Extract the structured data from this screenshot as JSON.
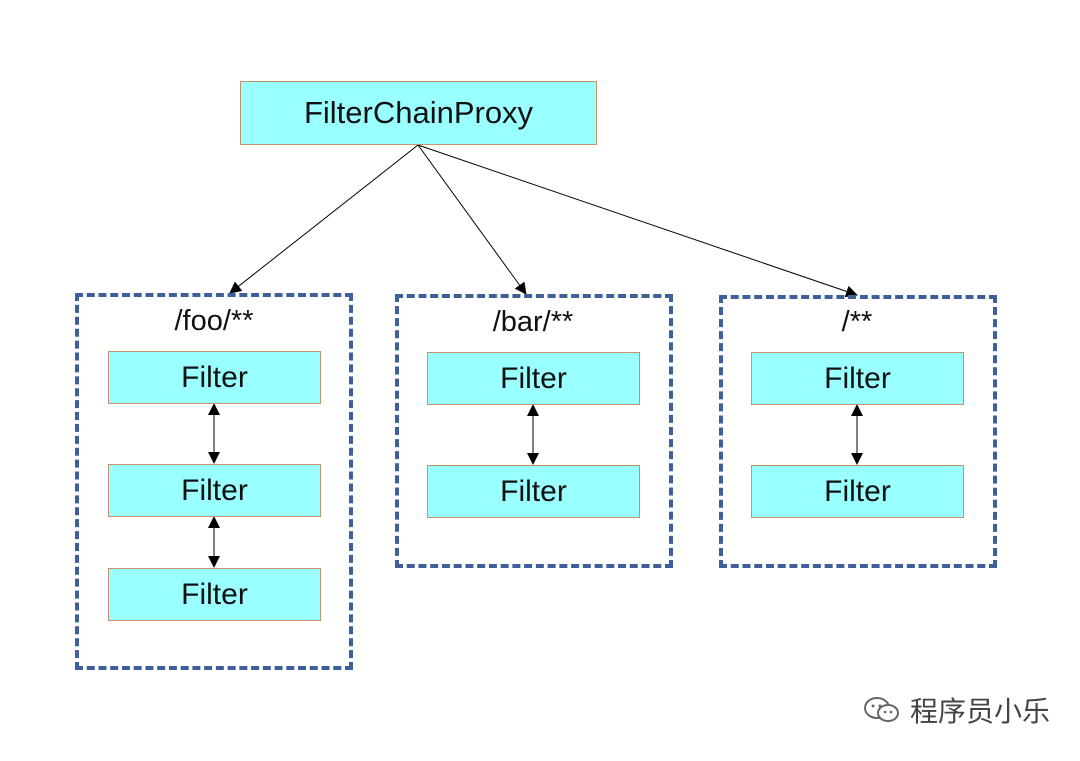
{
  "root": {
    "label": "FilterChainProxy"
  },
  "groups": [
    {
      "pattern": "/foo/**",
      "filters": [
        "Filter",
        "Filter",
        "Filter"
      ]
    },
    {
      "pattern": "/bar/**",
      "filters": [
        "Filter",
        "Filter"
      ]
    },
    {
      "pattern": "/**",
      "filters": [
        "Filter",
        "Filter"
      ]
    }
  ],
  "watermark": {
    "text": "程序员小乐",
    "icon": "wechat-icon"
  },
  "colors": {
    "box_fill": "#99ffff",
    "box_border": "#c8926e",
    "group_border": "#3e5f9c"
  }
}
